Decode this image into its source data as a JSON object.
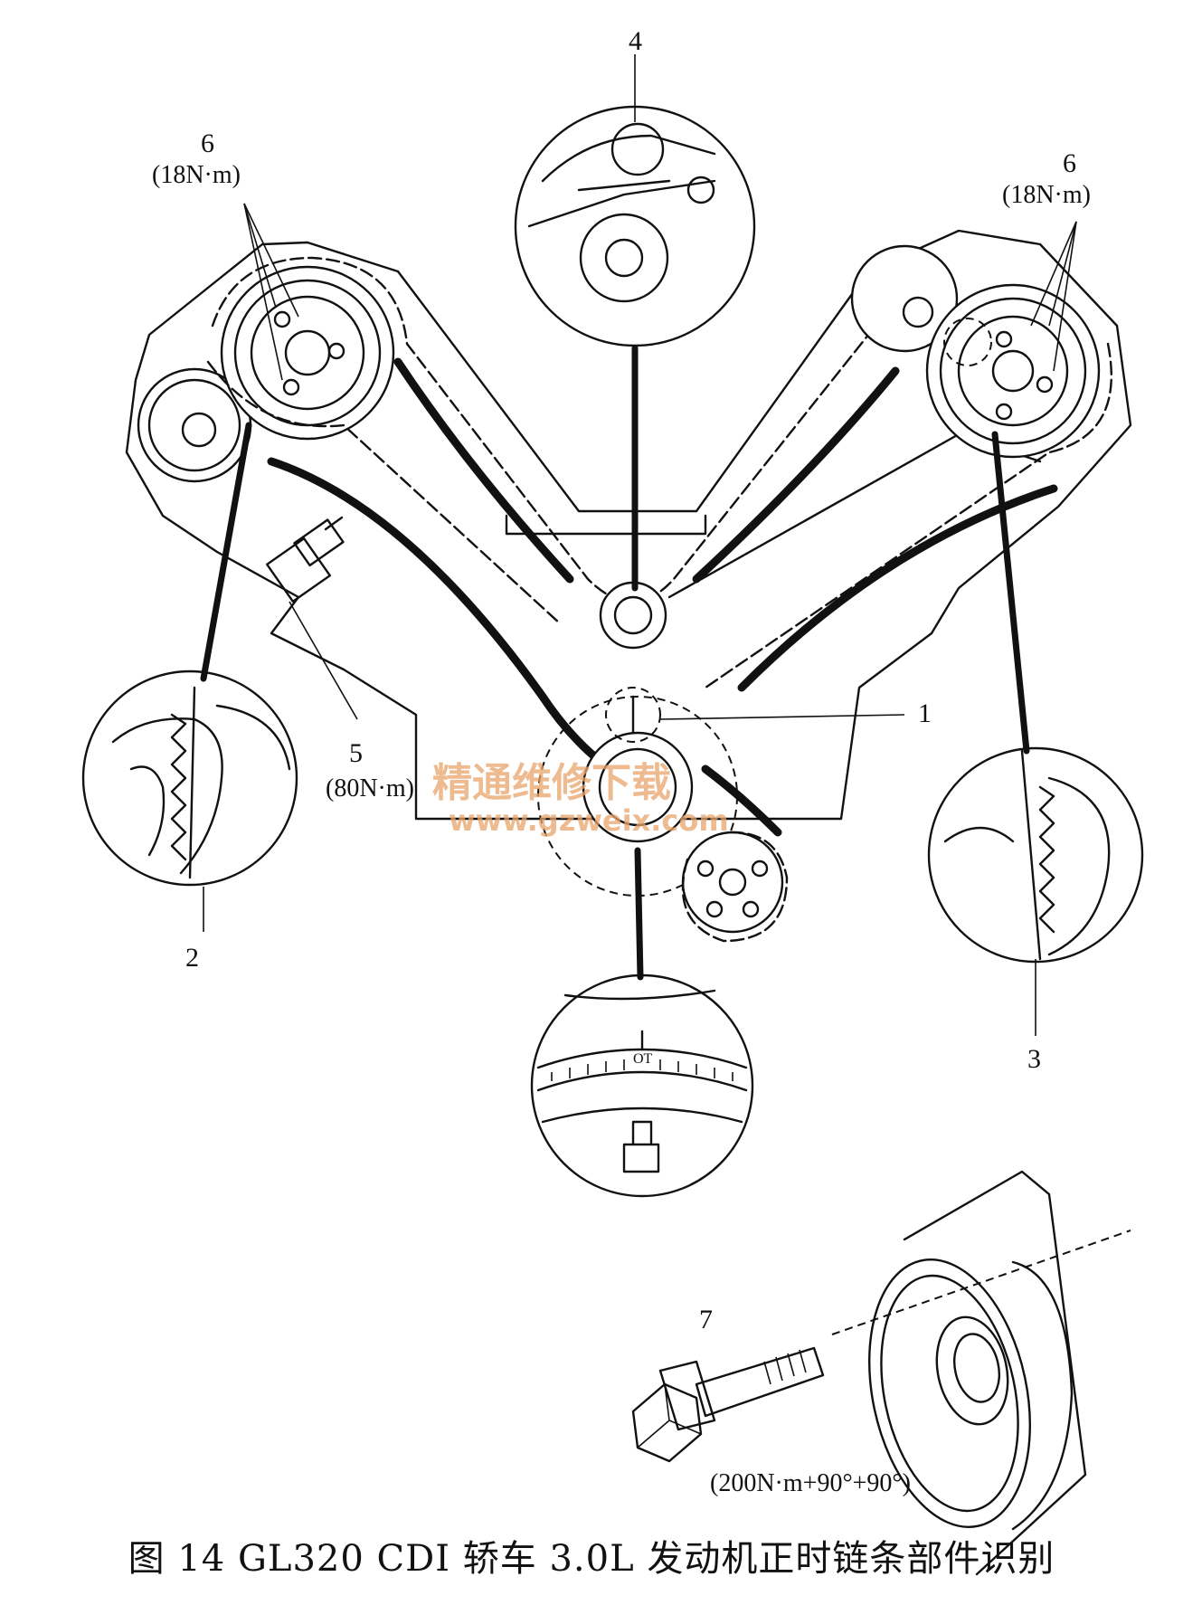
{
  "labels": {
    "part1": "1",
    "part2": "2",
    "part3": "3",
    "part4": "4",
    "part5": "5",
    "part5_torque": "(80N·m)",
    "part6_left": "6",
    "part6_left_torque": "(18N·m)",
    "part6_right": "6",
    "part6_right_torque": "(18N·m)",
    "part7": "7",
    "part7_torque": "(200N·m+90°+90°)"
  },
  "inset_marks": {
    "crank_mark_text": "OT"
  },
  "watermark": {
    "text": "精通维修下载",
    "url": "www.gzweix.com"
  },
  "caption": "图 14    GL320 CDI 轿车 3.0L 发动机正时链条部件识别"
}
